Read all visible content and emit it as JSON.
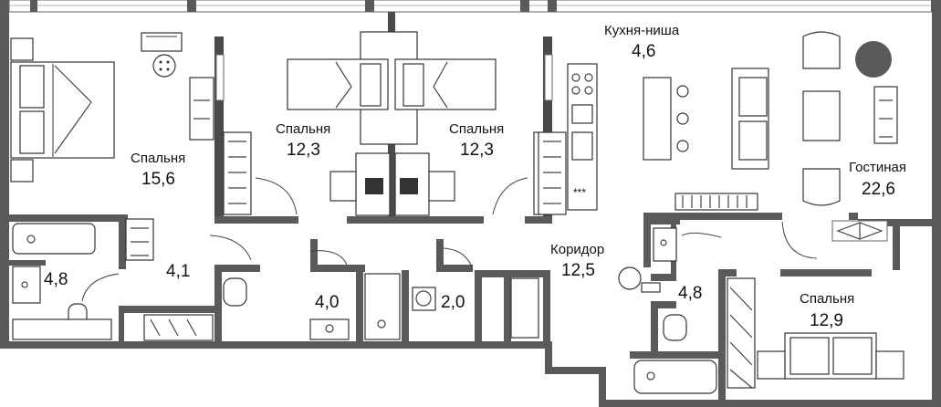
{
  "rooms": [
    {
      "id": "bedroom-1",
      "name": "Спальня",
      "area": "15,6"
    },
    {
      "id": "bedroom-2",
      "name": "Спальня",
      "area": "12,3"
    },
    {
      "id": "bedroom-3",
      "name": "Спальня",
      "area": "12,3"
    },
    {
      "id": "kitchen-niche",
      "name": "Кухня-ниша",
      "area": "4,6"
    },
    {
      "id": "living-room",
      "name": "Гостиная",
      "area": "22,6"
    },
    {
      "id": "corridor",
      "name": "Коридор",
      "area": "12,5"
    },
    {
      "id": "bedroom-4",
      "name": "Спальня",
      "area": "12,9"
    },
    {
      "id": "bathroom-left",
      "name": "",
      "area": "4,8"
    },
    {
      "id": "dressing-left",
      "name": "",
      "area": "4,1"
    },
    {
      "id": "bathroom-center",
      "name": "",
      "area": "4,0"
    },
    {
      "id": "laundry",
      "name": "",
      "area": "2,0"
    },
    {
      "id": "bathroom-right",
      "name": "",
      "area": "4,8"
    }
  ]
}
